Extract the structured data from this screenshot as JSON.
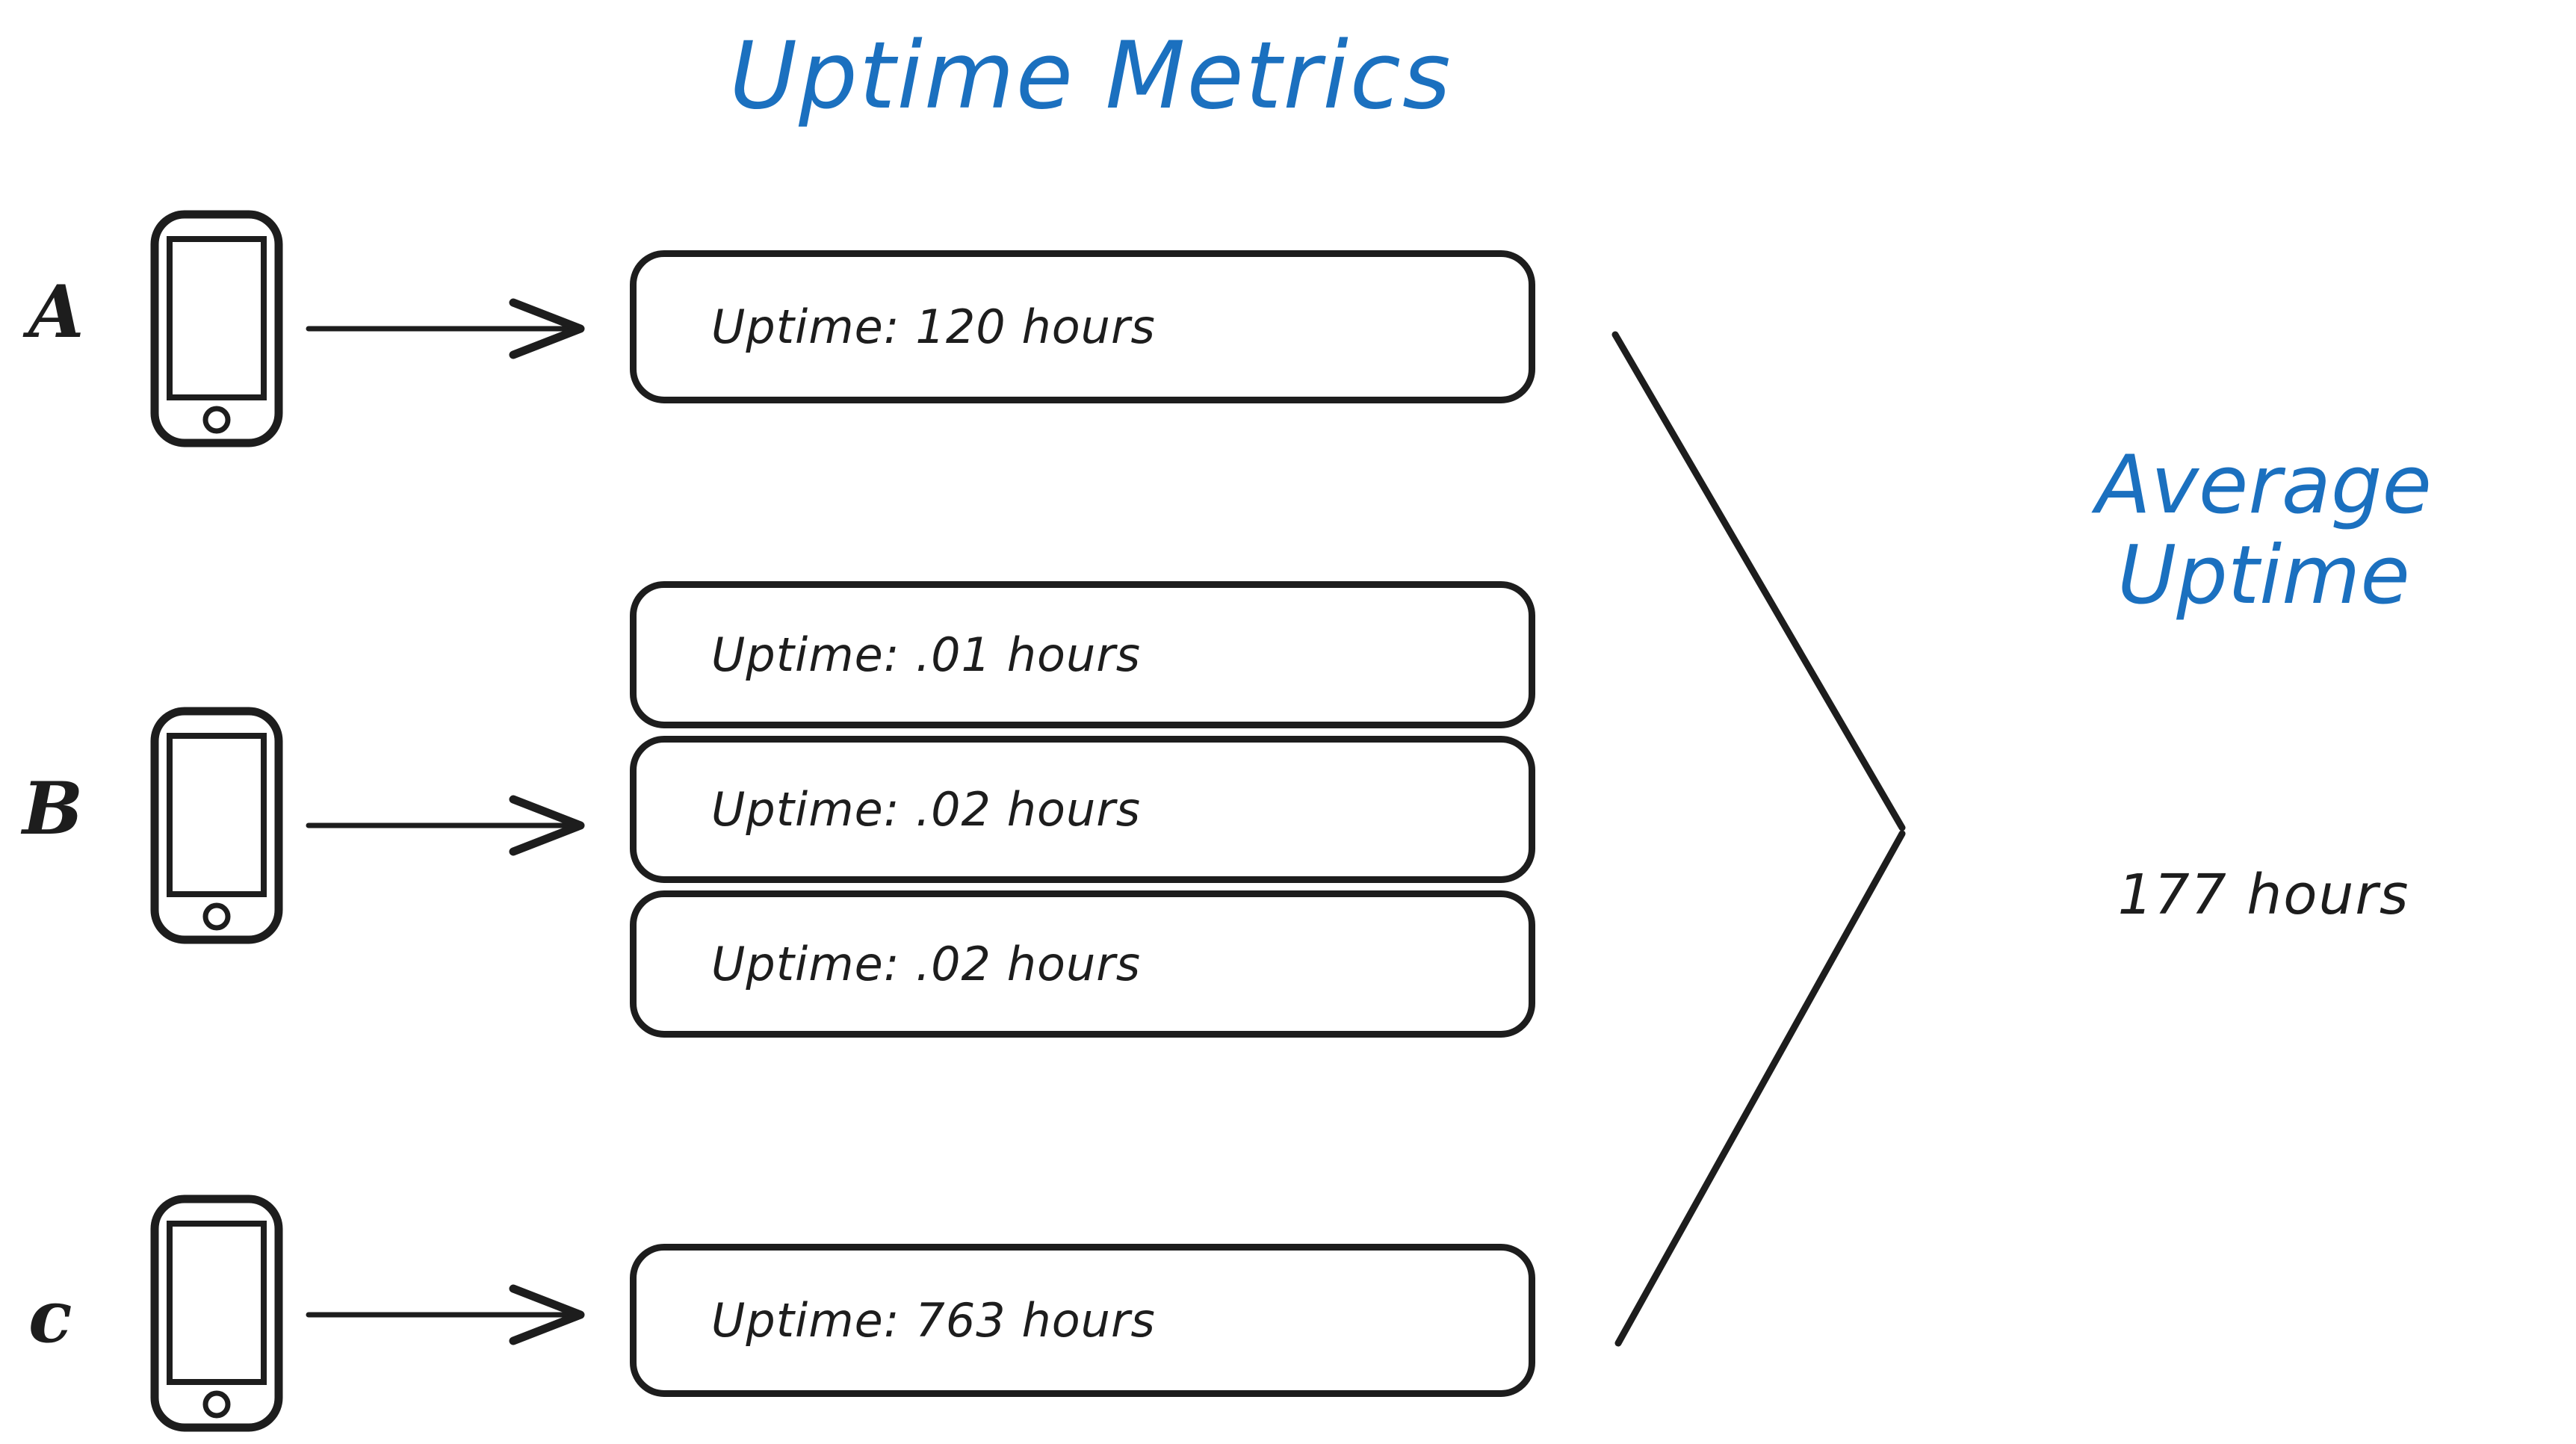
{
  "diagram": {
    "title": "Uptime Metrics",
    "accent_color": "#1b70bf",
    "ink_color": "#1d1d1d",
    "background_color": "#ffffff"
  },
  "rows": [
    {
      "label": "A",
      "device_icon": "phone-icon",
      "arrow_icon": "arrow-right-icon",
      "metrics": [
        {
          "text": "Uptime: 120 hours",
          "value": 120,
          "unit": "hours"
        }
      ]
    },
    {
      "label": "B",
      "device_icon": "phone-icon",
      "arrow_icon": "arrow-right-icon",
      "metrics": [
        {
          "text": "Uptime: .01 hours",
          "value": 0.01,
          "unit": "hours"
        },
        {
          "text": "Uptime: .02 hours",
          "value": 0.02,
          "unit": "hours"
        },
        {
          "text": "Uptime: .02 hours",
          "value": 0.02,
          "unit": "hours"
        }
      ]
    },
    {
      "label": "c",
      "device_icon": "phone-icon",
      "arrow_icon": "arrow-right-icon",
      "metrics": [
        {
          "text": "Uptime: 763 hours",
          "value": 763,
          "unit": "hours"
        }
      ]
    }
  ],
  "result": {
    "heading_line1": "Average",
    "heading_line2": "Uptime",
    "value_text": "177 hours",
    "value": 177,
    "unit": "hours"
  },
  "connector": {
    "icon": "converging-lines-icon",
    "shape": "v-merge"
  }
}
